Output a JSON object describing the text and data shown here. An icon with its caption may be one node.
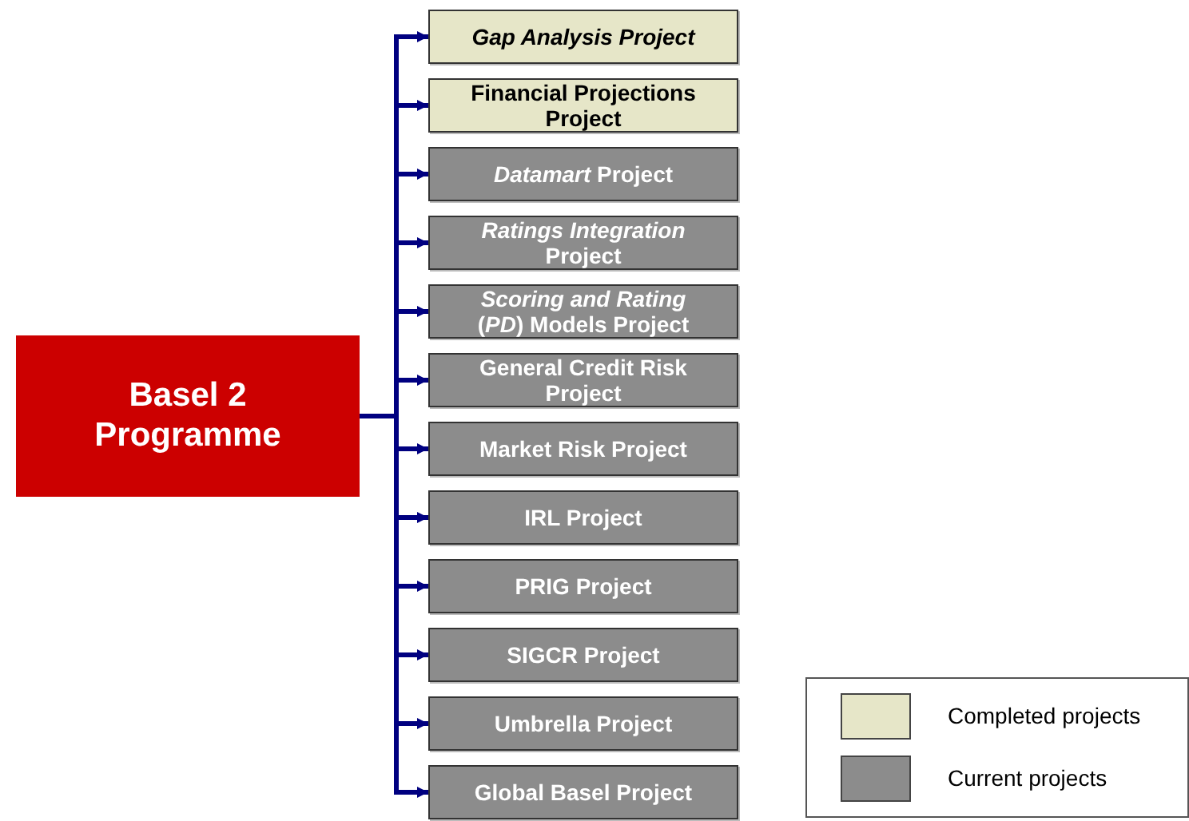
{
  "diagram": {
    "nodes": [
      {
        "text": [
          "Basel 2 Programme"
        ]
      },
      {
        "text": [
          "*Gap Analysis Project*"
        ]
      },
      {
        "text": [
          "Financial Projections Project"
        ]
      },
      {
        "text": [
          "*Datamart* Project"
        ]
      },
      {
        "text": [
          "*Ratings Integration* Project"
        ]
      },
      {
        "text": [
          "*Scoring and Rating* (*PD*) Models Project"
        ]
      },
      {
        "text": [
          "General Credit Risk Project"
        ]
      },
      {
        "text": [
          "Market Risk Project"
        ]
      },
      {
        "text": [
          "IRL Project"
        ]
      },
      {
        "text": [
          "PRIG Project"
        ]
      },
      {
        "text": [
          "SIGCR Project"
        ]
      },
      {
        "text": [
          "Umbrella Project"
        ]
      },
      {
        "text": [
          "Global Basel Project"
        ]
      }
    ],
    "edges": [
      {
        "from": 0,
        "to": 1,
        "arrow": "to"
      },
      {
        "from": 0,
        "to": 2,
        "arrow": "to"
      },
      {
        "from": 0,
        "to": 3,
        "arrow": "to"
      },
      {
        "from": 0,
        "to": 4,
        "arrow": "to"
      },
      {
        "from": 0,
        "to": 5,
        "arrow": "to"
      },
      {
        "from": 0,
        "to": 6,
        "arrow": "to"
      },
      {
        "from": 0,
        "to": 7,
        "arrow": "to"
      },
      {
        "from": 0,
        "to": 8,
        "arrow": "to"
      },
      {
        "from": 0,
        "to": 9,
        "arrow": "to"
      },
      {
        "from": 0,
        "to": 10,
        "arrow": "to"
      },
      {
        "from": 0,
        "to": 11,
        "arrow": "to"
      },
      {
        "from": 0,
        "to": 12,
        "arrow": "to"
      }
    ],
    "legend": [
      {
        "text": "Completed projects",
        "color": "#e6e6c8"
      },
      {
        "text": "Current projects",
        "color": "#8c8c8c"
      }
    ]
  }
}
